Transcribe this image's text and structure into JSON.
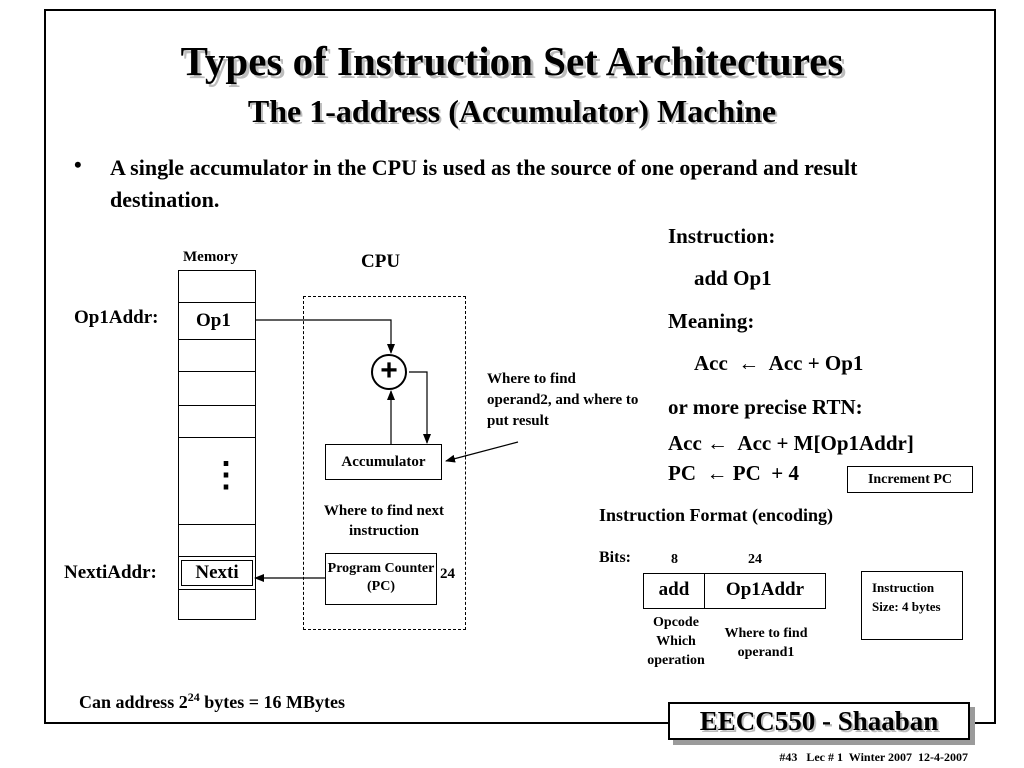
{
  "slide": {
    "title": "Types of Instruction Set Architectures",
    "subtitle": "The 1-address (Accumulator) Machine",
    "bullet": "A single accumulator in the CPU is used as the source of one operand and result destination."
  },
  "diagram": {
    "memory_label": "Memory",
    "cpu_label": "CPU",
    "op1addr_label": "Op1Addr:",
    "op1_cell": "Op1",
    "nextiaddr_label": "NextiAddr:",
    "nexti_cell": "Nexti",
    "ellipsis": "⋮",
    "adder_symbol": "+",
    "accumulator_label": "Accumulator",
    "where_operand2": "Where to find operand2, and where to put result",
    "where_next_instruction": "Where to find next instruction",
    "pc_label": "Program Counter (PC)",
    "pc_bits": "24",
    "address_note_prefix": "Can address 2",
    "address_note_exp": "24",
    "address_note_suffix": " bytes = 16 MBytes"
  },
  "rtn": {
    "instruction_label": "Instruction:",
    "instruction": "add Op1",
    "meaning_label": "Meaning:",
    "meaning": "Acc  ←  Acc + Op1",
    "precise_label": "or more precise RTN:",
    "rtn_line1": "Acc ←  Acc + M[Op1Addr]",
    "rtn_line2": "PC  ← PC  + 4",
    "increment_pc": "Increment PC"
  },
  "format": {
    "title": "Instruction Format (encoding)",
    "bits_label": "Bits:",
    "bits_opcode": "8",
    "bits_addr": "24",
    "field_opcode": "add",
    "field_addr": "Op1Addr",
    "opcode_desc": "Opcode Which operation",
    "addr_desc": "Where to find operand1",
    "size_note": "Instruction Size: 4 bytes"
  },
  "footer": {
    "course": "EECC550 - Shaaban",
    "note": "#43   Lec # 1  Winter 2007  12-4-2007"
  }
}
